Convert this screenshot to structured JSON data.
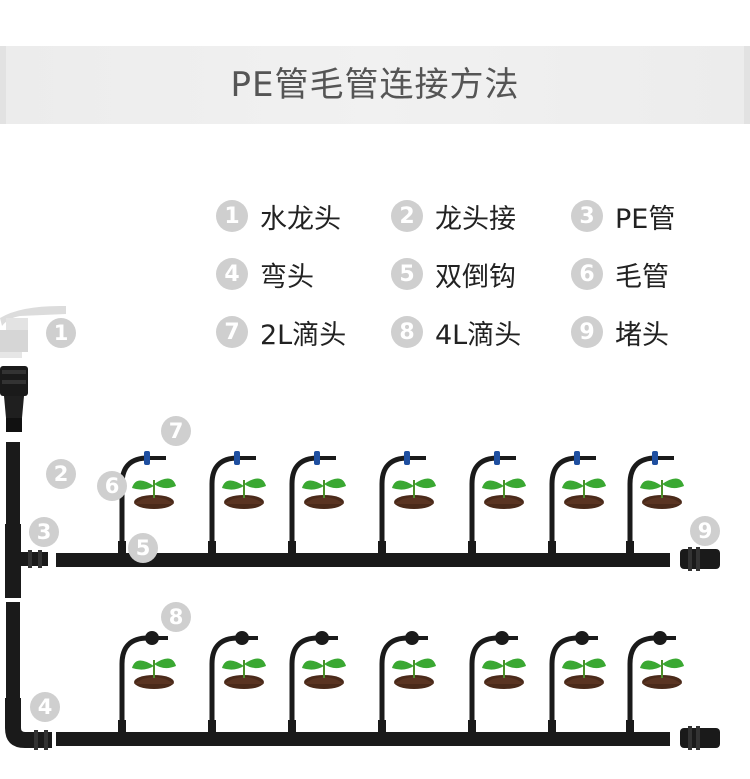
{
  "title": "PE管毛管连接方法",
  "legend": [
    {
      "num": "1",
      "label": "水龙头"
    },
    {
      "num": "2",
      "label": "龙头接"
    },
    {
      "num": "3",
      "label": "PE管"
    },
    {
      "num": "4",
      "label": "弯头"
    },
    {
      "num": "5",
      "label": "双倒钩"
    },
    {
      "num": "6",
      "label": "毛管"
    },
    {
      "num": "7",
      "label": "2L滴头"
    },
    {
      "num": "8",
      "label": "4L滴头"
    },
    {
      "num": "9",
      "label": "堵头"
    }
  ],
  "markers": {
    "faucet": "1",
    "connector": "2",
    "pe_pipe": "3",
    "elbow": "4",
    "double_barb": "5",
    "capillary": "6",
    "dripper_2l": "7",
    "dripper_4l": "8",
    "end_plug": "9"
  },
  "colors": {
    "pipe": "#1a1a1a",
    "leaf": "#3aa832",
    "soil": "#4a2a1a",
    "dripper_2l": "#1f4fa0",
    "badge": "#cfcfcf"
  }
}
